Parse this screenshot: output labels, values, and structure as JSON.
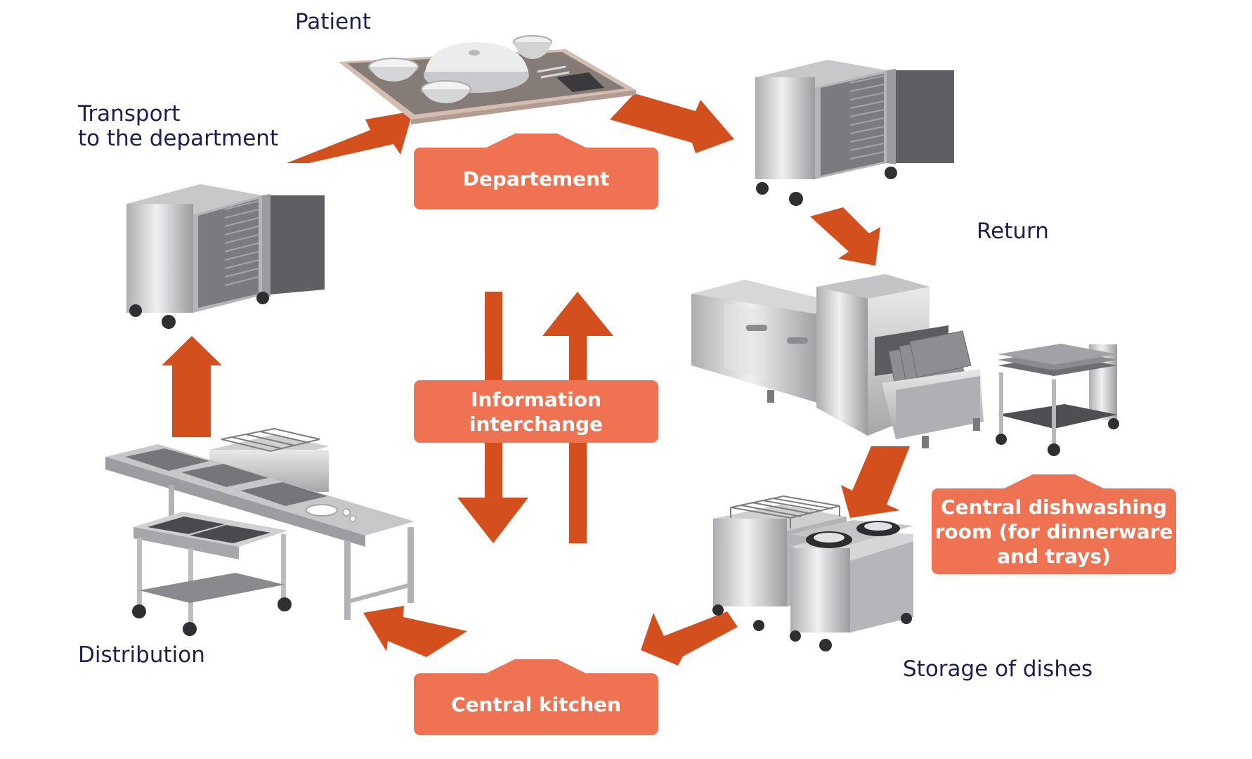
{
  "labels": {
    "patient": "Patient",
    "transport_line1": "Transport",
    "transport_line2": "to the department",
    "return": "Return",
    "distribution": "Distribution",
    "storage": "Storage of dishes"
  },
  "boxes": {
    "department": "Departement",
    "info_line1": "Information",
    "info_line2": "interchange",
    "kitchen": "Central kitchen",
    "dish_line1": "Central dishwashing",
    "dish_line2": "room (for dinnerware",
    "dish_line3": "and trays)"
  },
  "icons": [
    "meal-tray-icon",
    "cart-icon",
    "dishwasher-icon",
    "tray-trolley-icon",
    "plate-dispenser-icon",
    "serving-line-icon",
    "arrow-icon"
  ],
  "colors": {
    "arrow": "#d44f1e",
    "box": "#ef7352",
    "label_text": "#1d1f4f",
    "steel_light": "#dcdcde",
    "steel_dark": "#6d6d70"
  }
}
